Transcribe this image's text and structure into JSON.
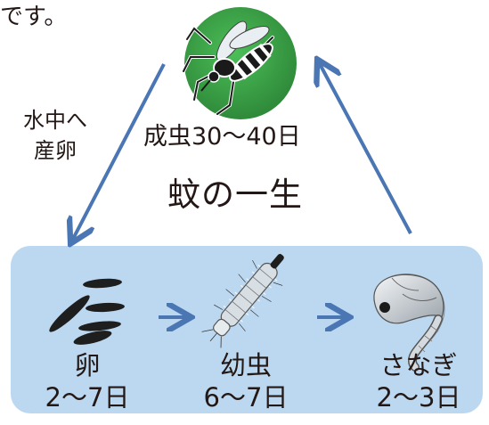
{
  "intro_fragment": "です。",
  "title": "蚊の一生",
  "note": {
    "line1": "水中へ",
    "line2": "産卵"
  },
  "adult": {
    "label": "成虫30〜40日"
  },
  "stages": [
    {
      "name": "卵",
      "duration": "2〜7日"
    },
    {
      "name": "幼虫",
      "duration": "6〜7日"
    },
    {
      "name": "さなぎ",
      "duration": "2〜3日"
    }
  ],
  "colors": {
    "cycle_arrow": "#4a77b4",
    "water_area": "#bcd8f0",
    "adult_circle": "#3a9a45",
    "text": "#231815"
  },
  "icons": {
    "adult": "mosquito-icon",
    "egg": "egg-cluster-icon",
    "larva": "larva-icon",
    "pupa": "pupa-icon"
  }
}
